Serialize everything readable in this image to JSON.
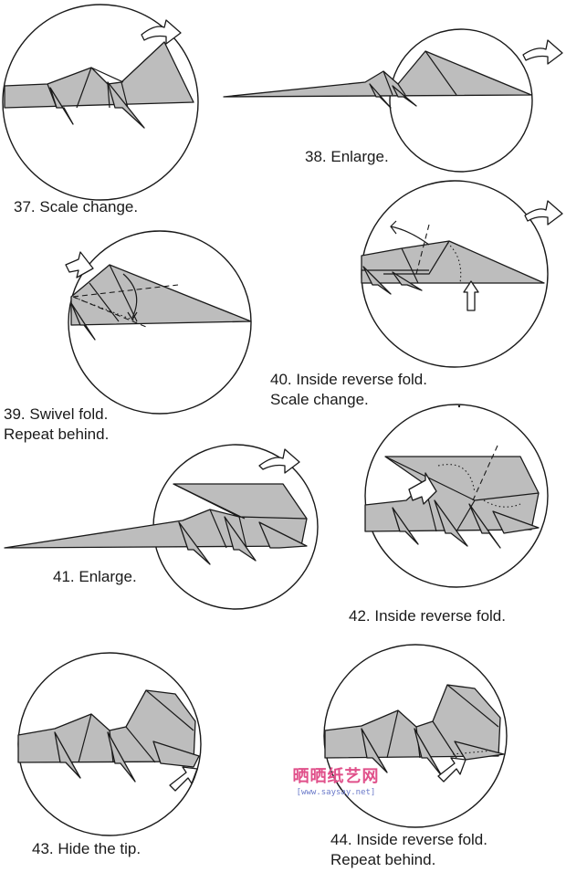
{
  "steps": [
    {
      "number": "37",
      "lines": [
        "37. Scale change."
      ]
    },
    {
      "number": "38",
      "lines": [
        "38. Enlarge."
      ]
    },
    {
      "number": "39",
      "lines": [
        "39. Swivel fold.",
        "Repeat behind."
      ]
    },
    {
      "number": "40",
      "lines": [
        "40. Inside reverse fold.",
        "Scale change."
      ]
    },
    {
      "number": "41",
      "lines": [
        "41. Enlarge."
      ]
    },
    {
      "number": "42",
      "lines": [
        "42. Inside reverse fold."
      ]
    },
    {
      "number": "43",
      "lines": [
        "43. Hide the tip."
      ]
    },
    {
      "number": "44",
      "lines": [
        "44. Inside reverse fold.",
        "Repeat behind."
      ]
    }
  ],
  "watermark": {
    "title": "晒晒纸艺网",
    "url": "[www.saysay.net]"
  }
}
